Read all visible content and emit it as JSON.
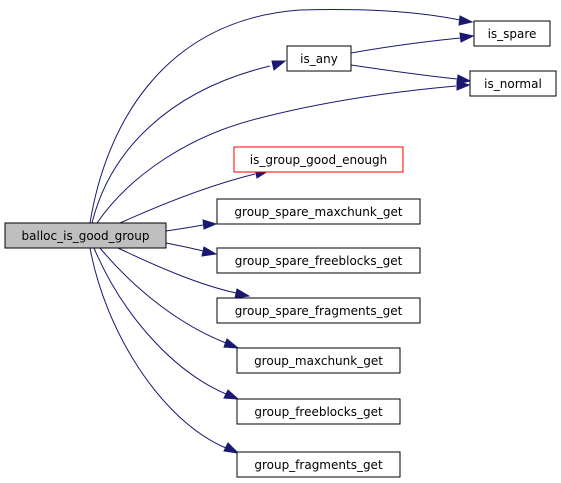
{
  "diagram": {
    "type": "call-graph",
    "edge_color": "#191970",
    "root_fill": "#bfbfbf",
    "highlight_stroke": "#ff0000",
    "nodes": [
      {
        "id": "balloc_is_good_group",
        "label": "balloc_is_good_group"
      },
      {
        "id": "is_any",
        "label": "is_any"
      },
      {
        "id": "is_spare",
        "label": "is_spare"
      },
      {
        "id": "is_normal",
        "label": "is_normal"
      },
      {
        "id": "is_group_good_enough",
        "label": "is_group_good_enough"
      },
      {
        "id": "group_spare_maxchunk_get",
        "label": "group_spare_maxchunk_get"
      },
      {
        "id": "group_spare_freeblocks_get",
        "label": "group_spare_freeblocks_get"
      },
      {
        "id": "group_spare_fragments_get",
        "label": "group_spare_fragments_get"
      },
      {
        "id": "group_maxchunk_get",
        "label": "group_maxchunk_get"
      },
      {
        "id": "group_freeblocks_get",
        "label": "group_freeblocks_get"
      },
      {
        "id": "group_fragments_get",
        "label": "group_fragments_get"
      }
    ],
    "edges": [
      {
        "from": "balloc_is_good_group",
        "to": "is_spare"
      },
      {
        "from": "balloc_is_good_group",
        "to": "is_any"
      },
      {
        "from": "balloc_is_good_group",
        "to": "is_normal"
      },
      {
        "from": "balloc_is_good_group",
        "to": "is_group_good_enough"
      },
      {
        "from": "balloc_is_good_group",
        "to": "group_spare_maxchunk_get"
      },
      {
        "from": "balloc_is_good_group",
        "to": "group_spare_freeblocks_get"
      },
      {
        "from": "balloc_is_good_group",
        "to": "group_spare_fragments_get"
      },
      {
        "from": "balloc_is_good_group",
        "to": "group_maxchunk_get"
      },
      {
        "from": "balloc_is_good_group",
        "to": "group_freeblocks_get"
      },
      {
        "from": "balloc_is_good_group",
        "to": "group_fragments_get"
      },
      {
        "from": "is_any",
        "to": "is_spare"
      },
      {
        "from": "is_any",
        "to": "is_normal"
      }
    ]
  }
}
